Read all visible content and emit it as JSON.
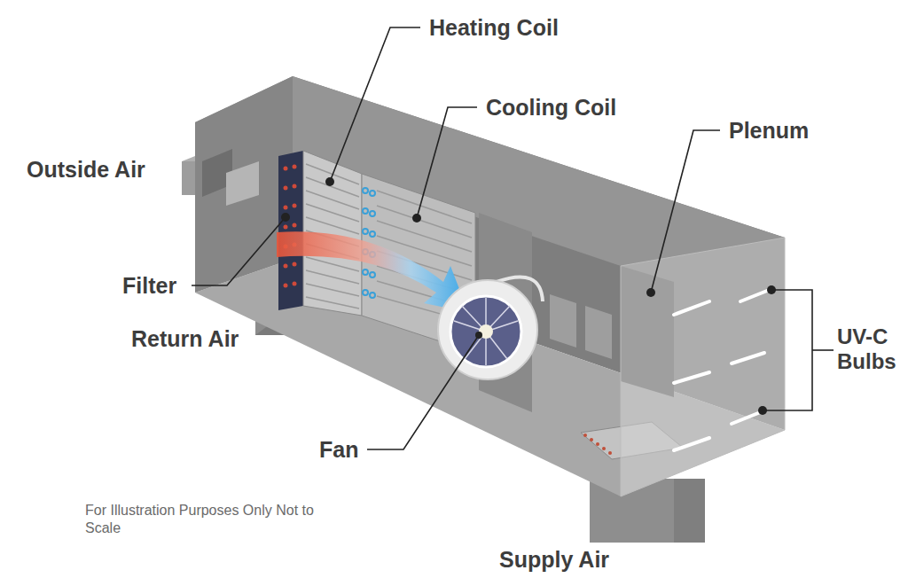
{
  "diagram": {
    "labels": [
      "Heating Coil",
      "Cooling Coil",
      "Plenum",
      "Outside Air",
      "Filter",
      "Return Air",
      "Fan",
      "UV-C Bulbs",
      "For Illustration Purposes Only Not to Scale",
      "Supply Air"
    ]
  }
}
